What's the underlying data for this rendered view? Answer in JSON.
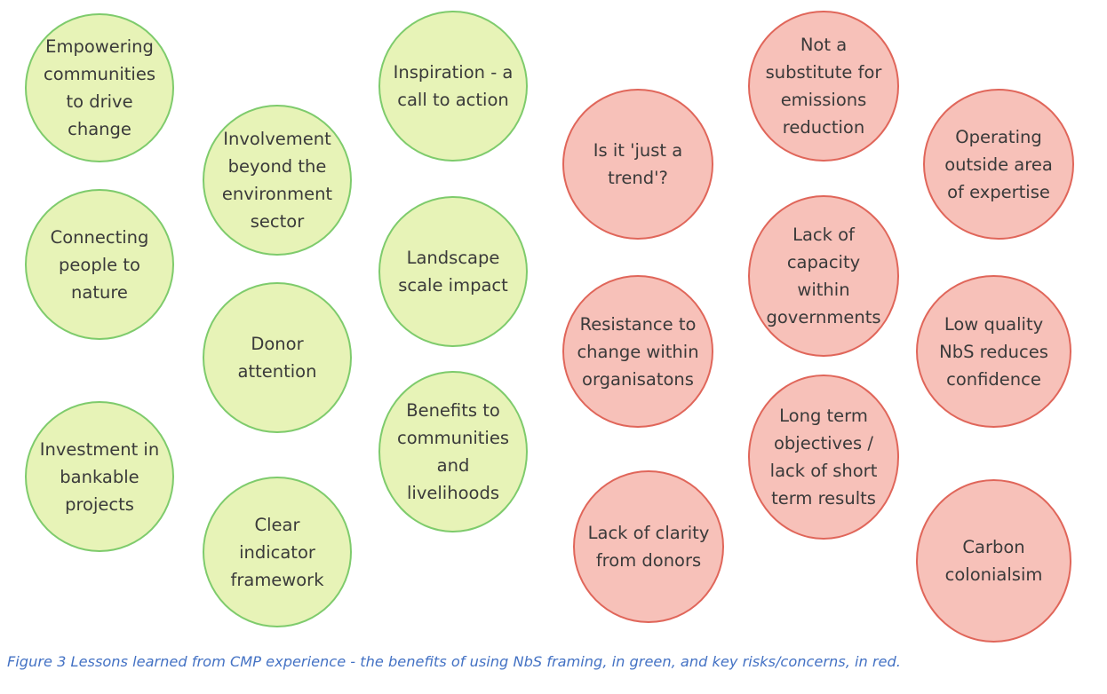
{
  "benefits": [
    "Empowering\ncommunities\nto drive\nchange",
    "Connecting\npeople to\nnature",
    "Investment in\nbankable\nprojects",
    "Involvement\nbeyond the\nenvironment\nsector",
    "Donor\nattention",
    "Clear\nindicator\nframework",
    "Inspiration - a\ncall to action",
    "Landscape\nscale impact",
    "Benefits to\ncommunities\nand\nlivelihoods"
  ],
  "risks": [
    "Is it 'just a\ntrend'?",
    "Resistance to\nchange within\norganisatons",
    "Lack of clarity\nfrom donors",
    "Not a\nsubstitute for\nemissions\nreduction",
    "Lack of\ncapacity\nwithin\ngovernments",
    "Long term\nobjectives /\nlack of short\nterm results",
    "Operating\noutside area\nof expertise",
    "Low quality\nNbS reduces\nconfidence",
    "Carbon\ncolonialsim"
  ],
  "colors": {
    "benefit_fill": "#e7f3b7",
    "benefit_border": "#7ecb6c",
    "risk_fill": "#f7c1b9",
    "risk_border": "#e0665a",
    "caption": "#4472c4"
  },
  "caption": "Figure 3 Lessons learned from CMP experience - the benefits of using NbS framing, in green, and key risks/concerns, in red."
}
